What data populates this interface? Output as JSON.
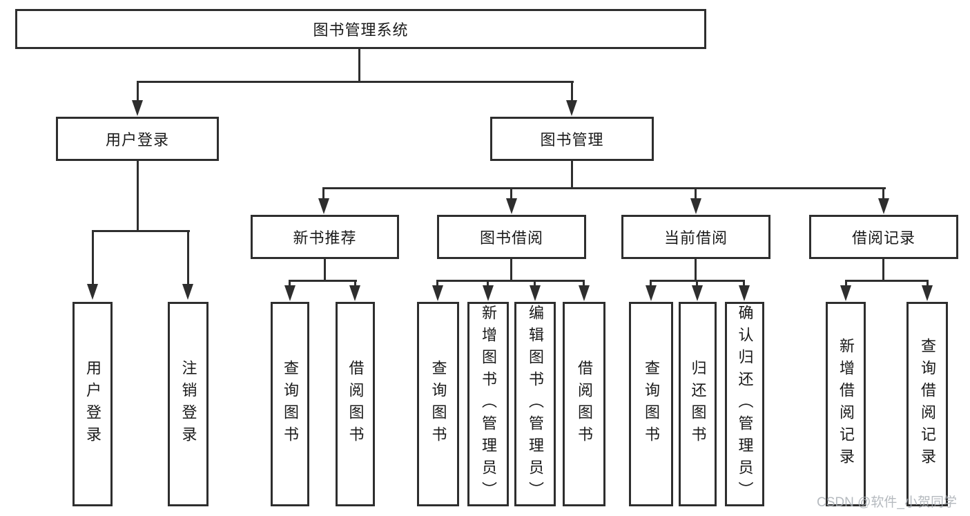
{
  "diagram": {
    "type": "tree",
    "root": {
      "label": "图书管理系统"
    },
    "branches": [
      {
        "label": "用户登录",
        "children": [
          {
            "label": "用户登录"
          },
          {
            "label": "注销登录"
          }
        ]
      },
      {
        "label": "图书管理",
        "children": [
          {
            "label": "新书推荐",
            "children": [
              {
                "label": "查询图书"
              },
              {
                "label": "借阅图书"
              }
            ]
          },
          {
            "label": "图书借阅",
            "children": [
              {
                "label": "查询图书"
              },
              {
                "label": "新增图书（管理员）"
              },
              {
                "label": "编辑图书（管理员）"
              },
              {
                "label": "借阅图书"
              }
            ]
          },
          {
            "label": "当前借阅",
            "children": [
              {
                "label": "查询图书"
              },
              {
                "label": "归还图书"
              },
              {
                "label": "确认归还（管理员）"
              }
            ]
          },
          {
            "label": "借阅记录",
            "children": [
              {
                "label": "新增借阅记录"
              },
              {
                "label": "查询借阅记录"
              }
            ]
          }
        ]
      }
    ],
    "colors": {
      "line": "#2e2e2e",
      "box_border": "#2e2e2e",
      "text": "#1a1a1a",
      "background": "#ffffff",
      "watermark": "#a9aeb4"
    }
  },
  "watermark": {
    "text": "CSDN @软件_小贺同学"
  }
}
